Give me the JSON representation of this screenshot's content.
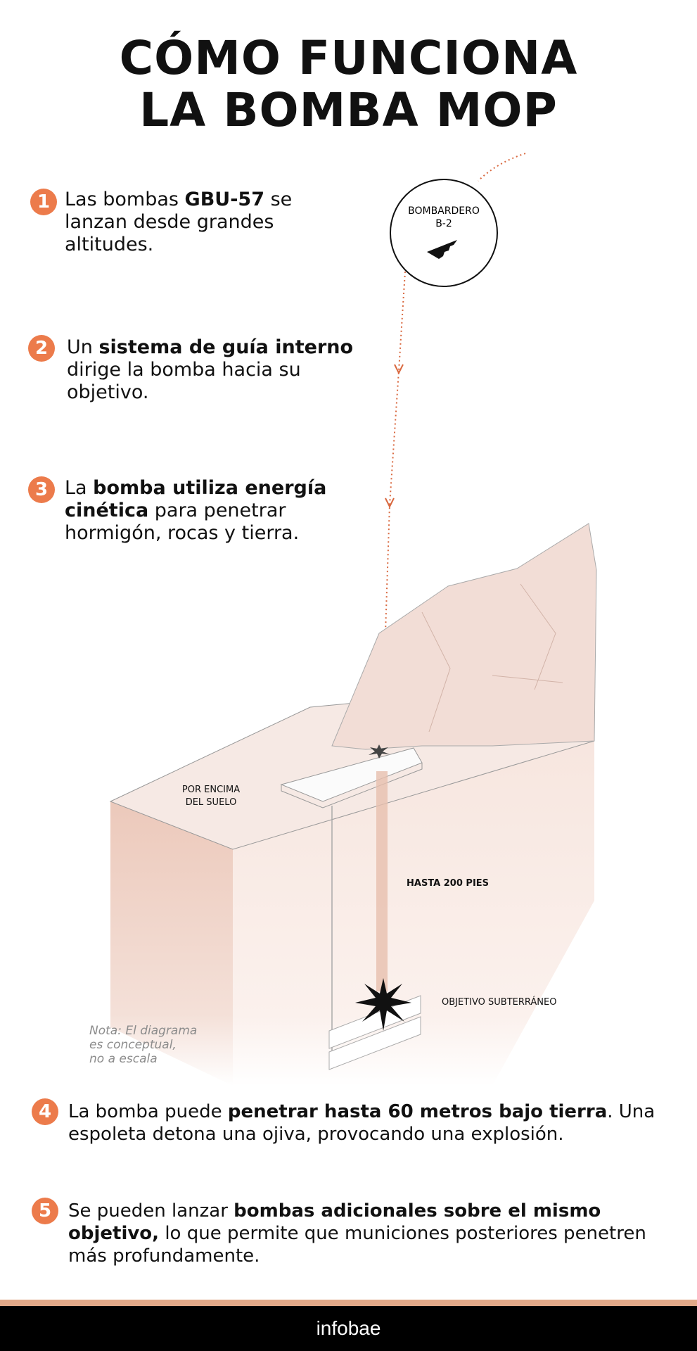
{
  "title": {
    "line1": "CÓMO FUNCIONA",
    "line2": "LA BOMBA MOP"
  },
  "steps": [
    {
      "number": "1",
      "parts": [
        [
          "Las bombas ",
          false
        ],
        [
          "GBU-57",
          true
        ],
        [
          " se lanzan desde grandes altitudes.",
          false
        ]
      ]
    },
    {
      "number": "2",
      "parts": [
        [
          "Un ",
          false
        ],
        [
          "sistema de guía interno",
          true
        ],
        [
          " dirige la bomba hacia su objetivo.",
          false
        ]
      ]
    },
    {
      "number": "3",
      "parts": [
        [
          "La ",
          false
        ],
        [
          "bomba utiliza energía cinética",
          true
        ],
        [
          " para penetrar hormigón, rocas y tierra.",
          false
        ]
      ]
    },
    {
      "number": "4",
      "parts": [
        [
          "La bomba puede ",
          false
        ],
        [
          "penetrar hasta 60 metros bajo tierra",
          true
        ],
        [
          ". Una espoleta detona una ojiva, provocando una explosión.",
          false
        ]
      ]
    },
    {
      "number": "5",
      "parts": [
        [
          "Se pueden lanzar ",
          false
        ],
        [
          "bombas adicionales sobre el mismo objetivo,",
          true
        ],
        [
          " lo que permite que municiones posteriores penetren más profundamente.",
          false
        ]
      ]
    }
  ],
  "diagram": {
    "bomber_label_1": "BOMBARDERO",
    "bomber_label_2": "B-2",
    "above_ground_1": "POR ENCIMA",
    "above_ground_2": "DEL SUELO",
    "depth_label": "HASTA 200 PIES",
    "target_label": "OBJETIVO SUBTERRÁNEO",
    "note_1": "Nota: El diagrama",
    "note_2": "es conceptual,",
    "note_3": "no a escala"
  },
  "footer": {
    "brand": "infobae"
  },
  "colors": {
    "accent": "#ec7b4b",
    "ground": "#f0d9d0",
    "footer_bar": "#e2a989"
  }
}
